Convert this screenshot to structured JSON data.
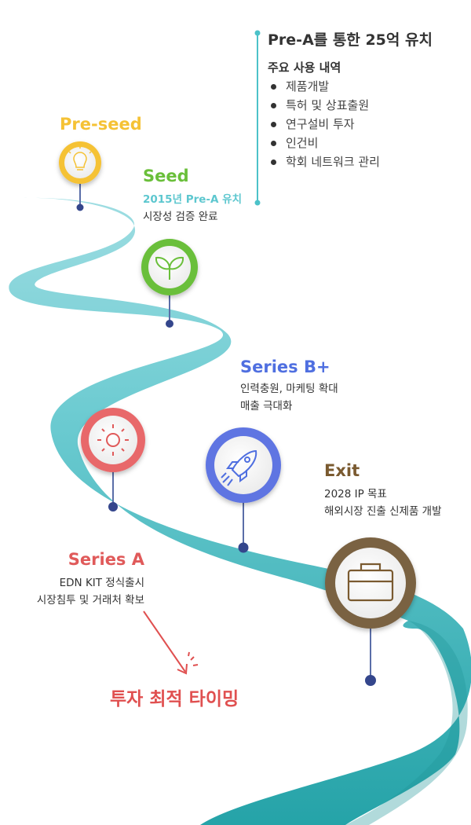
{
  "stages": {
    "preseed": {
      "title": "Pre-seed",
      "color": "#f5c235",
      "icon": "lightbulb-icon"
    },
    "seed": {
      "title": "Seed",
      "color": "#6abf3a",
      "highlight": "2015년 Pre-A 유치",
      "highlight_color": "#5dc7cf",
      "desc": "시장성 검증 완료",
      "icon": "sprout-icon"
    },
    "seriesA": {
      "title": "Series A",
      "color": "#e05a5a",
      "desc1": "EDN KIT 정식출시",
      "desc2": "시장침투 및 거래처 확보",
      "icon": "sun-icon"
    },
    "seriesB": {
      "title": "Series B+",
      "color": "#4f6fe0",
      "desc1": "인력충원, 마케팅 확대",
      "desc2": "매출 극대화",
      "icon": "rocket-icon"
    },
    "exit": {
      "title": "Exit",
      "color": "#7a5a30",
      "desc1": "2028 IP 목표",
      "desc2": "해외시장 진출 신제품 개발",
      "icon": "briefcase-icon"
    }
  },
  "info": {
    "title": "Pre-A를 통한 25억 유치",
    "subtitle": "주요 사용 내역",
    "items": [
      "제품개발",
      "특허 및 상표출원",
      "연구설비 투자",
      "인건비",
      "학회 네트워크 관리"
    ],
    "line_color": "#4cc2c9"
  },
  "timing": {
    "label": "투자 최적 타이밍",
    "color": "#e05050"
  },
  "road_colors": {
    "light": "#8ed6dc",
    "dark": "#2fa6ab",
    "pin": "#34468c"
  }
}
